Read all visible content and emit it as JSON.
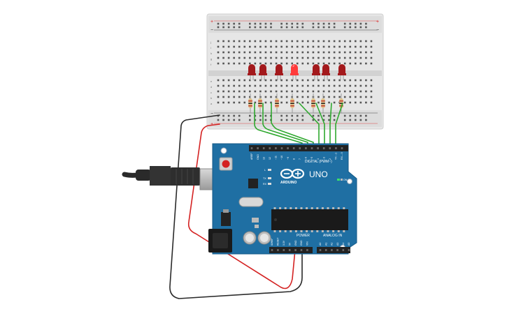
{
  "board": {
    "brand": "ARDUINO",
    "model": "UNO",
    "digital_label": "DIGITAL (PWM~)",
    "analog_label": "ANALOG IN",
    "power_label": "POWER",
    "on_label": "ON",
    "tx_label": "TX",
    "rx_label": "RX",
    "l_label": "L",
    "top_pins": [
      "AREF",
      "GND",
      "13",
      "12",
      "~11",
      "~10",
      "~9",
      "8",
      "7",
      "~6",
      "~5",
      "4",
      "~3",
      "2",
      "TX→1",
      "RX←0"
    ],
    "power_pins": [
      "IOREF",
      "RESET",
      "3.3V",
      "5V",
      "GND",
      "GND",
      "VIN"
    ],
    "analog_pins": [
      "A0",
      "A1",
      "A2",
      "A3",
      "A4",
      "A5"
    ]
  },
  "breadboard": {
    "rail_plus": "+",
    "rail_minus": "−",
    "row_letters_top": [
      "j",
      "i",
      "h",
      "g",
      "f"
    ],
    "row_letters_bottom": [
      "e",
      "d",
      "c",
      "b",
      "a"
    ]
  },
  "colors": {
    "board": "#1f6fa3",
    "board_dark": "#155a87",
    "breadboard": "#e8e8e8",
    "led_on": "#ff3b3b",
    "led_off": "#a3191c",
    "wire_green": "#2fa82f",
    "wire_red": "#d42222",
    "wire_black": "#2a2a2a"
  },
  "leds": [
    {
      "id": "led-1",
      "lit": false
    },
    {
      "id": "led-2",
      "lit": false
    },
    {
      "id": "led-3",
      "lit": false
    },
    {
      "id": "led-4",
      "lit": true
    },
    {
      "id": "led-5",
      "lit": false
    },
    {
      "id": "led-6",
      "lit": false
    },
    {
      "id": "led-7",
      "lit": false
    }
  ]
}
